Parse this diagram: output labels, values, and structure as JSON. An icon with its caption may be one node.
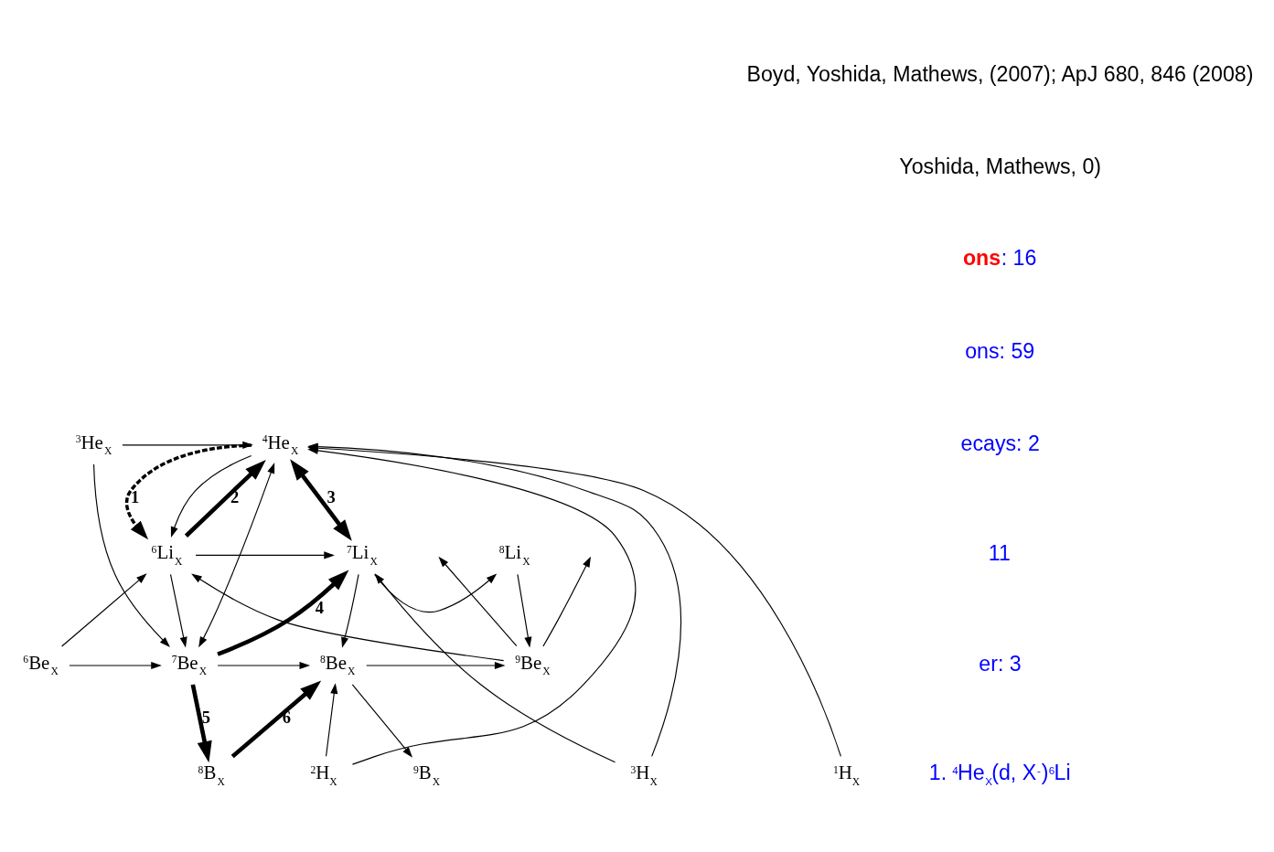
{
  "diagram": {
    "nodes": [
      {
        "text": [
          "$^{8}$B$_{X}$"
        ]
      },
      {
        "text": [
          "$^{9}$B$_{X}$"
        ]
      },
      {
        "text": [
          "$^{6}$Be$_{X}$"
        ]
      },
      {
        "text": [
          "$^{7}$Be$_{X}$"
        ]
      },
      {
        "text": [
          "$^{8}$Be$_{X}$"
        ]
      },
      {
        "text": [
          "$^{9}$Be$_{X}$"
        ]
      },
      {
        "text": [
          "$^{6}$Li$_{X}$"
        ]
      },
      {
        "text": [
          "$^{7}$Li$_{X}$"
        ]
      },
      {
        "text": [
          "$^{8}$Li$_{X}$"
        ]
      },
      {
        "text": [
          "$^{3}$He$_{X}$"
        ]
      },
      {
        "text": [
          "$^{4}$He$_{X}$"
        ]
      },
      {
        "text": [
          "$^{1}$H$_{X}$"
        ]
      },
      {
        "text": [
          "$^{2}$H$_{X}$"
        ]
      },
      {
        "text": [
          "$^{3}$H$_{X}$"
        ]
      }
    ],
    "edges": [
      {
        "from": 3,
        "to": 0,
        "arrow": "to",
        "label": "5",
        "style": "thick"
      },
      {
        "from": 0,
        "to": 4,
        "arrow": "to",
        "label": "6",
        "style": "thick"
      },
      {
        "from": 4,
        "to": 1,
        "arrow": "to"
      },
      {
        "from": 5,
        "to": null,
        "arrow": "to"
      },
      {
        "from": 2,
        "to": 3,
        "arrow": "to"
      },
      {
        "from": 3,
        "to": 4,
        "arrow": "to"
      },
      {
        "from": 4,
        "to": 5,
        "arrow": "to"
      },
      {
        "from": 5,
        "to": null,
        "arrow": "to"
      },
      {
        "from": 2,
        "to": 6,
        "arrow": "to"
      },
      {
        "from": 6,
        "to": 3,
        "arrow": "to"
      },
      {
        "from": 7,
        "to": 4,
        "arrow": "to"
      },
      {
        "from": 8,
        "to": 5,
        "arrow": "to"
      },
      {
        "from": 5,
        "to": 6,
        "arrow": "to"
      },
      {
        "from": 3,
        "to": 7,
        "arrow": "to",
        "label": "4",
        "style": "thick"
      },
      {
        "from": 6,
        "to": 7,
        "arrow": "to"
      },
      {
        "from": 7,
        "to": 8,
        "arrow": "to"
      },
      {
        "from": 9,
        "to": 3,
        "arrow": "to"
      },
      {
        "from": 10,
        "to": 3,
        "arrow": "both"
      },
      {
        "from": 12,
        "to": 4,
        "arrow": "to"
      },
      {
        "from": 10,
        "to": 6,
        "arrow": "to",
        "label": "1",
        "style": "dashed"
      },
      {
        "from": 10,
        "to": 6,
        "arrow": "to"
      },
      {
        "from": 6,
        "to": 10,
        "arrow": "to",
        "label": "2",
        "style": "thick"
      },
      {
        "from": 10,
        "to": 7,
        "arrow": "both",
        "label": "3",
        "style": "thick"
      },
      {
        "from": 13,
        "to": 7,
        "arrow": "to"
      },
      {
        "from": 9,
        "to": 10,
        "arrow": "to"
      },
      {
        "from": 11,
        "to": 10,
        "arrow": "to"
      },
      {
        "from": 12,
        "to": 10,
        "arrow": "to"
      },
      {
        "from": 13,
        "to": 10,
        "arrow": "to"
      }
    ],
    "labels": [
      "Boyd, Yoshida, Mathews, (2007); ApJ 680, 846 (2008)",
      "Yoshida, Mathews, 0)",
      "**ons**: 16",
      "ons: 59",
      "ecays: 2",
      "11",
      "er: 3",
      "1. $^{4}$He$_{X}$(d, X$^{-}$)$^{6}$Li"
    ]
  }
}
